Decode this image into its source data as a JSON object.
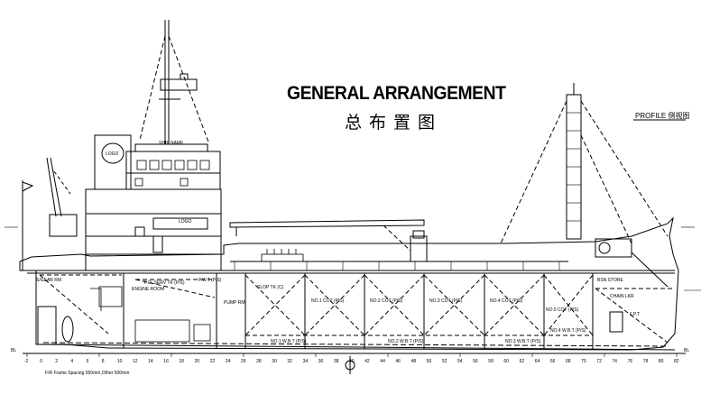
{
  "title": {
    "en": "GENERAL ARRANGEMENT",
    "zh": "总布置图"
  },
  "view_label": "PROFILE 侧视图",
  "labels": {
    "ship_name": "SHIP NAME",
    "logo_funnel": "LOGO",
    "logo_house": "LOGO",
    "engine_room": "ENGINE ROOM",
    "pump_rm": "PUMP RM",
    "slop_tk": "SLOP TK (C)",
    "no1_cot": "NO.1 COT (P/S)",
    "no2_cot": "NO.2 COT (P/S)",
    "no3_cot": "NO.3 COT (P/S)",
    "no4_cot": "NO.4 COT (P/S)",
    "no5_cot": "NO.5 COT (P/S)",
    "bosun_store": "BSN STORE",
    "chain_lkr": "CHAIN LKR",
    "fpt": "F.P.T",
    "steering_rm": "S/GEAR RM",
    "fo_tk": "F.O. SERV TK (P/S)",
    "fwt": "F.W.T (P/S)",
    "wbt1": "NO.1 W.B.T (P/S)",
    "wbt2": "NO.2 W.B.T (P/S)",
    "wbt3": "NO.3 W.B.T (P/S)",
    "wbt4": "NO.4 W.B.T (P/S)",
    "bl_left": "BL",
    "bl_right": "BL",
    "frame_note": "F/R Frame Spacing 550mm,Other 500mm"
  },
  "frame_ticks": [
    "-2",
    "0",
    "2",
    "4",
    "6",
    "8",
    "10",
    "12",
    "14",
    "16",
    "18",
    "20",
    "22",
    "24",
    "26",
    "28",
    "30",
    "32",
    "34",
    "36",
    "38",
    "40",
    "42",
    "44",
    "46",
    "48",
    "50",
    "52",
    "54",
    "56",
    "58",
    "60",
    "62",
    "64",
    "66",
    "68",
    "70",
    "72",
    "74",
    "76",
    "78",
    "80",
    "82"
  ]
}
